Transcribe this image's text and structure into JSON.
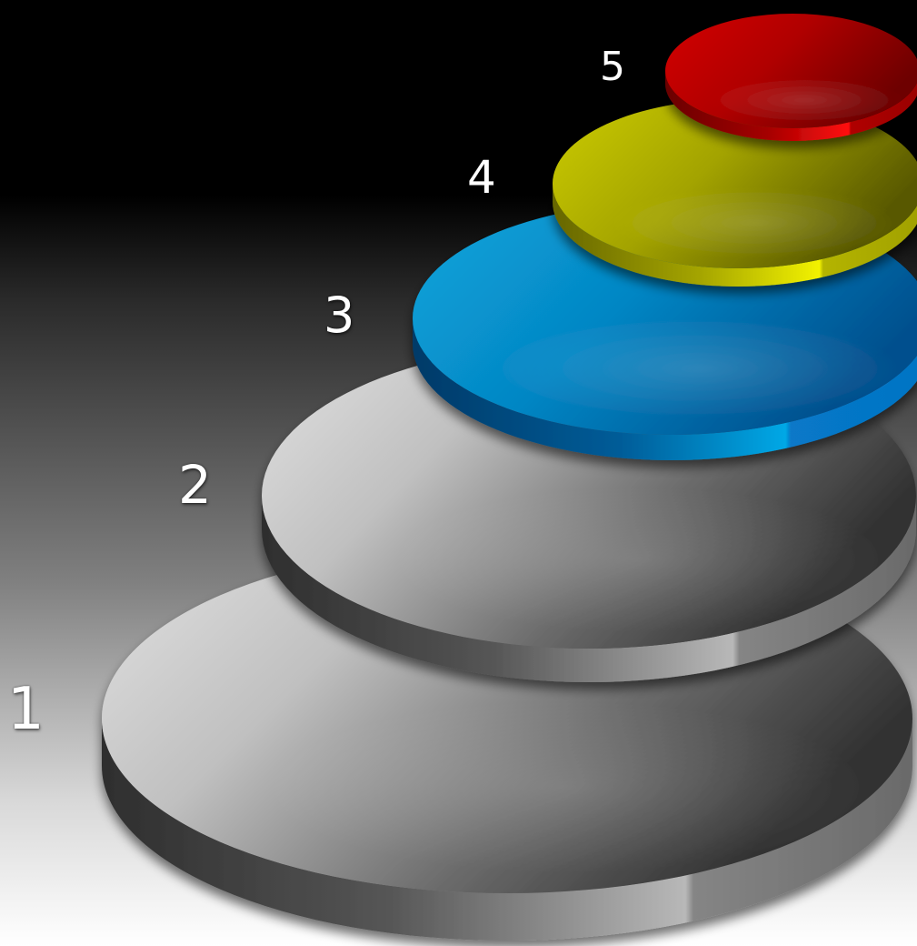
{
  "steps": [
    {
      "label": "1",
      "color": "#9a9a9a"
    },
    {
      "label": "2",
      "color": "#9a9a9a"
    },
    {
      "label": "3",
      "color": "#0a86c8"
    },
    {
      "label": "4",
      "color": "#b9b900"
    },
    {
      "label": "5",
      "color": "#c00000"
    }
  ]
}
